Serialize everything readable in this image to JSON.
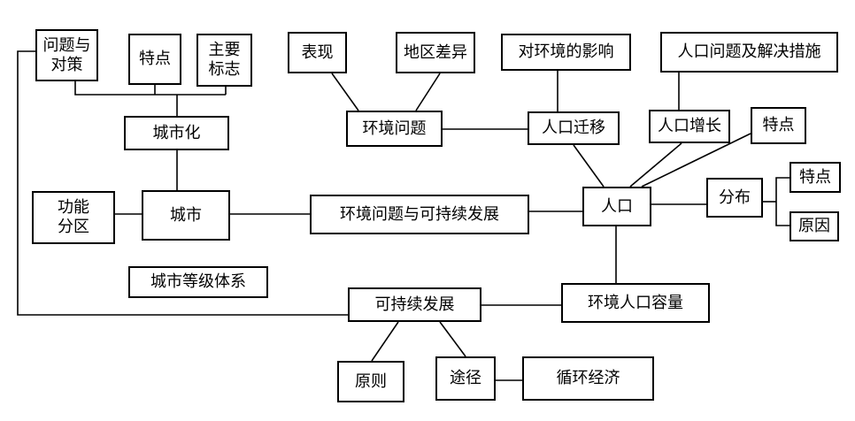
{
  "nodes": {
    "issues_countermeasures": "问题与\n对策",
    "features_urban": "特点",
    "main_signs": "主要\n标志",
    "urbanization": "城市化",
    "functional_zones": "功能\n分区",
    "city": "城市",
    "city_hierarchy": "城市等级体系",
    "manifestation": "表现",
    "regional_differences": "地区差异",
    "env_problems": "环境问题",
    "impact_on_env": "对环境的影响",
    "population_solutions": "人口问题及解决措施",
    "migration": "人口迁移",
    "growth": "人口增长",
    "features_growth": "特点",
    "env_sustainable": "环境问题与可持续发展",
    "population": "人口",
    "distribution": "分布",
    "features_distribution": "特点",
    "causes": "原因",
    "carrying_capacity": "环境人口容量",
    "sustainable_development": "可持续发展",
    "principles": "原则",
    "approaches": "途径",
    "circular_economy": "循环经济"
  }
}
